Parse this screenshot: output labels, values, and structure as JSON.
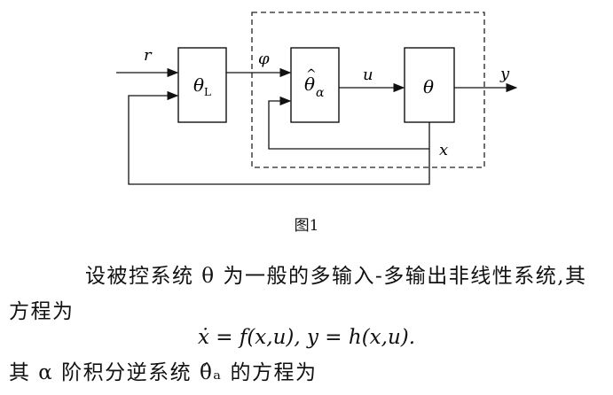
{
  "diagram": {
    "input_label": "r",
    "phi_label": "φ",
    "u_label": "u",
    "output_label": "y",
    "state_label": "x",
    "block_L": {
      "main": "θ",
      "sub": "L"
    },
    "block_alpha": {
      "main": "θ",
      "hat": "^",
      "sub": "α"
    },
    "block_plant": {
      "main": "θ"
    }
  },
  "caption": "图1",
  "paragraph": "设被控系统 θ 为一般的多输入-多输出非线性系统,其方程为",
  "equation": "ẋ = f(x,u),    y = h(x,u).",
  "paragraph2": "其 α 阶积分逆系统 θ̂ₐ 的方程为"
}
